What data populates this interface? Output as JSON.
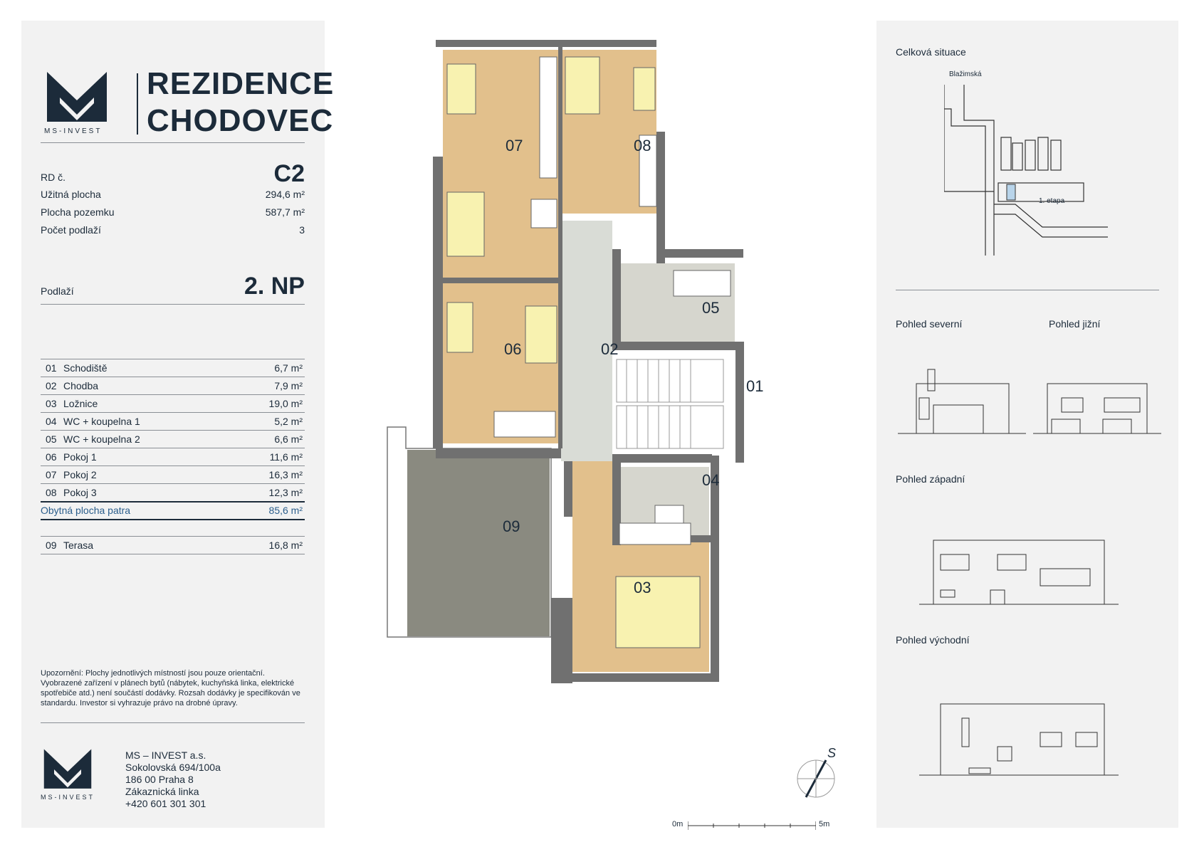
{
  "brand": {
    "line1": "REZIDENCE",
    "line2": "CHODOVEC",
    "company_small": "MS-INVEST",
    "color": "#1c2b3a"
  },
  "info": {
    "rd_label": "RD č.",
    "rd_value": "C2",
    "uzitna_label": "Užitná plocha",
    "uzitna_value": "294,6 m²",
    "pozemek_label": "Plocha pozemku",
    "pozemek_value": "587,7 m²",
    "podlazi_count_label": "Počet podlaží",
    "podlazi_count_value": "3",
    "podlazi_label": "Podlaží",
    "podlazi_value": "2. NP"
  },
  "rooms": [
    {
      "num": "01",
      "name": "Schodiště",
      "area": "6,7 m²"
    },
    {
      "num": "02",
      "name": "Chodba",
      "area": "7,9 m²"
    },
    {
      "num": "03",
      "name": "Ložnice",
      "area": "19,0 m²"
    },
    {
      "num": "04",
      "name": "WC + koupelna 1",
      "area": "5,2 m²"
    },
    {
      "num": "05",
      "name": "WC + koupelna 2",
      "area": "6,6 m²"
    },
    {
      "num": "06",
      "name": "Pokoj 1",
      "area": "11,6 m²"
    },
    {
      "num": "07",
      "name": "Pokoj 2",
      "area": "16,3 m²"
    },
    {
      "num": "08",
      "name": "Pokoj 3",
      "area": "12,3 m²"
    }
  ],
  "total": {
    "label": "Obytná plocha patra",
    "area": "85,6 m²"
  },
  "terrace": {
    "num": "09",
    "name": "Terasa",
    "area": "16,8 m²"
  },
  "notice": "Upozornění: Plochy jednotlivých místností jsou pouze orientační. Vyobrazené zařízení v plánech bytů (nábytek, kuchyňská linka, elektrické spotřebiče atd.) není součástí dodávky. Rozsah dodávky je specifikován ve standardu. Investor si vyhrazuje právo na drobné úpravy.",
  "contact": {
    "company": "MS – INVEST a.s.",
    "street": "Sokolovská 694/100a",
    "city": "186 00 Praha 8",
    "line_label": "Zákaznická linka",
    "phone": "+420 601 301 301"
  },
  "plan": {
    "room_labels": [
      "01",
      "02",
      "03",
      "04",
      "05",
      "06",
      "07",
      "08",
      "09"
    ],
    "wall_color": "#707070",
    "wood_color": "#e2c08c",
    "tile_color": "#d6d6ce",
    "terrace_color": "#8a8a80"
  },
  "right": {
    "situace_label": "Celková situace",
    "street_label": "Blažimská",
    "etapa_label": "1. etapa",
    "sever_label": "Pohled severní",
    "jih_label": "Pohled jižní",
    "zapad_label": "Pohled západní",
    "vychod_label": "Pohled východní"
  },
  "scale": {
    "start": "0m",
    "end": "5m"
  },
  "compass": {
    "letter": "S"
  }
}
